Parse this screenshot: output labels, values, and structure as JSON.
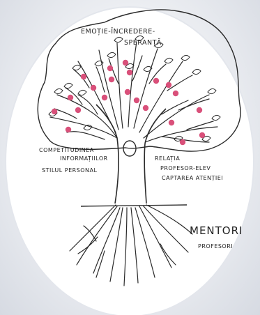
{
  "crown": {
    "line1": "EMOȚIE-ÎNCREDERE-",
    "line2": "SPERANȚĂ"
  },
  "left_labels": {
    "line1": "COMPETITUDINEA",
    "line2": "INFORMAȚIILOR",
    "line3": "STILUL PERSONAL"
  },
  "right_labels": {
    "line1": "RELAȚIA",
    "line2": "PROFESOR-ELEV",
    "line3": "CAPTAREA ATENȚIEI"
  },
  "roots": {
    "line1": "MENTORI",
    "line2": "PROFESORI"
  },
  "colors": {
    "ink": "#222222",
    "fruit": "#d9507a",
    "paper": "#f4f5f7"
  }
}
